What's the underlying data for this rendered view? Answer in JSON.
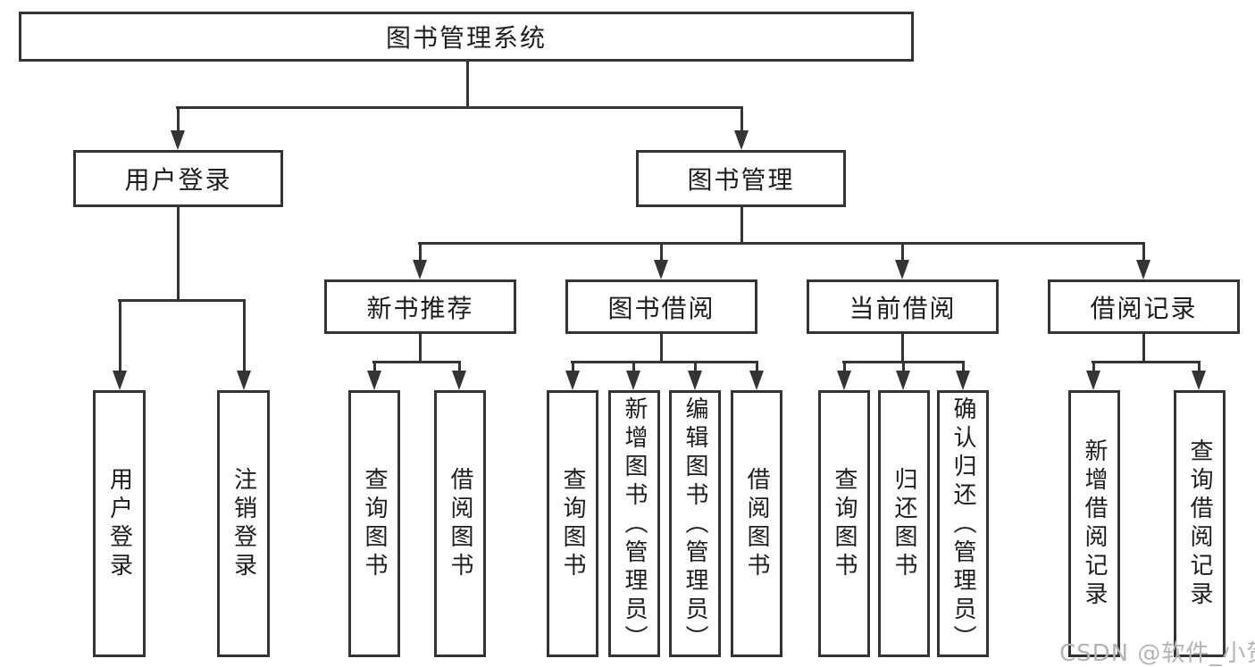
{
  "page": {
    "background_color": "#ffffff",
    "line_color": "#343434",
    "text_color": "#1d1d1d",
    "watermark_color": "#b4b4b6"
  },
  "watermark": "CSDN @软件_小贺同学",
  "tree": {
    "root": "图书管理系统",
    "level2": [
      "用户登录",
      "图书管理"
    ],
    "level3": [
      "新书推荐",
      "图书借阅",
      "当前借阅",
      "借阅记录"
    ],
    "leaves": [
      "用户登录",
      "注销登录",
      "查询图书",
      "借阅图书",
      "查询图书",
      "新增图书（管理员）",
      "编辑图书（管理员）",
      "借阅图书",
      "查询图书",
      "归还图书",
      "确认归还（管理员）",
      "新增借阅记录",
      "查询借阅记录"
    ]
  }
}
